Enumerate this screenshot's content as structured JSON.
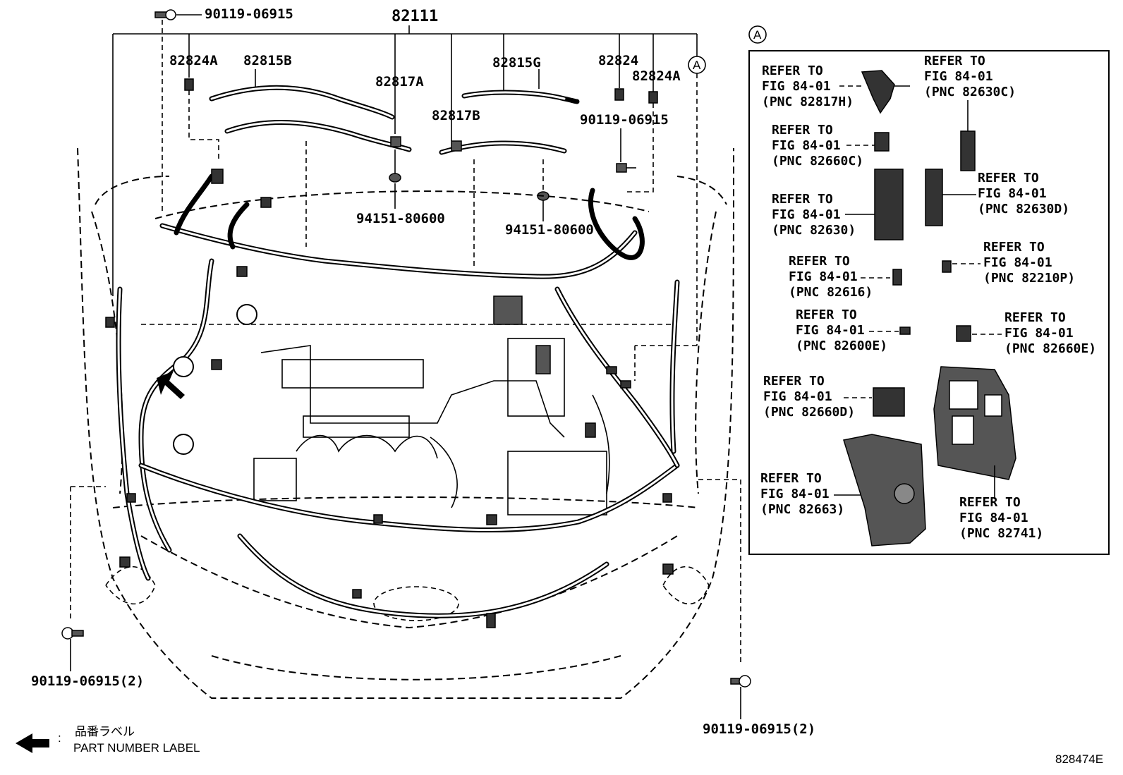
{
  "diagram": {
    "main_part": "82111",
    "parts": {
      "p82824A_left": "82824A",
      "p82815B": "82815B",
      "p82817A": "82817A",
      "p82815G": "82815G",
      "p82817B": "82817B",
      "p82824": "82824",
      "p82824A_right": "82824A",
      "bolt_top_left": "90119-06915",
      "bolt_top_right": "90119-06915",
      "clip_left": "94151-80600",
      "clip_right": "94151-80600",
      "bolt_bottom_left": "90119-06915(2)",
      "bolt_bottom_right": "90119-06915(2)"
    },
    "callout_marker": "A",
    "legend_box": {
      "marker": "A",
      "refs": [
        {
          "id": "r82817H",
          "line1": "REFER TO",
          "line2": "FIG 84-01",
          "line3": "(PNC 82817H)"
        },
        {
          "id": "r82630C",
          "line1": "REFER TO",
          "line2": "FIG 84-01",
          "line3": "(PNC 82630C)"
        },
        {
          "id": "r82660C",
          "line1": "REFER TO",
          "line2": "FIG 84-01",
          "line3": "(PNC 82660C)"
        },
        {
          "id": "r82630D",
          "line1": "REFER TO",
          "line2": "FIG 84-01",
          "line3": "(PNC 82630D)"
        },
        {
          "id": "r82630",
          "line1": "REFER TO",
          "line2": "FIG 84-01",
          "line3": "(PNC 82630)"
        },
        {
          "id": "r82616",
          "line1": "REFER TO",
          "line2": "FIG 84-01",
          "line3": "(PNC 82616)"
        },
        {
          "id": "r82210P",
          "line1": "REFER TO",
          "line2": "FIG 84-01",
          "line3": "(PNC 82210P)"
        },
        {
          "id": "r82600E",
          "line1": "REFER TO",
          "line2": "FIG 84-01",
          "line3": "(PNC 82600E)"
        },
        {
          "id": "r82660E",
          "line1": "REFER TO",
          "line2": "FIG 84-01",
          "line3": "(PNC 82660E)"
        },
        {
          "id": "r82660D",
          "line1": "REFER TO",
          "line2": "FIG 84-01",
          "line3": "(PNC 82660D)"
        },
        {
          "id": "r82663",
          "line1": "REFER TO",
          "line2": "FIG 84-01",
          "line3": "(PNC 82663)"
        },
        {
          "id": "r82741",
          "line1": "REFER TO",
          "line2": "FIG 84-01",
          "line3": "(PNC 82741)"
        }
      ]
    },
    "label_note": {
      "jp": "品番ラベル",
      "en": "PART NUMBER LABEL",
      "sep": ":"
    },
    "figure_code": "828474E"
  }
}
